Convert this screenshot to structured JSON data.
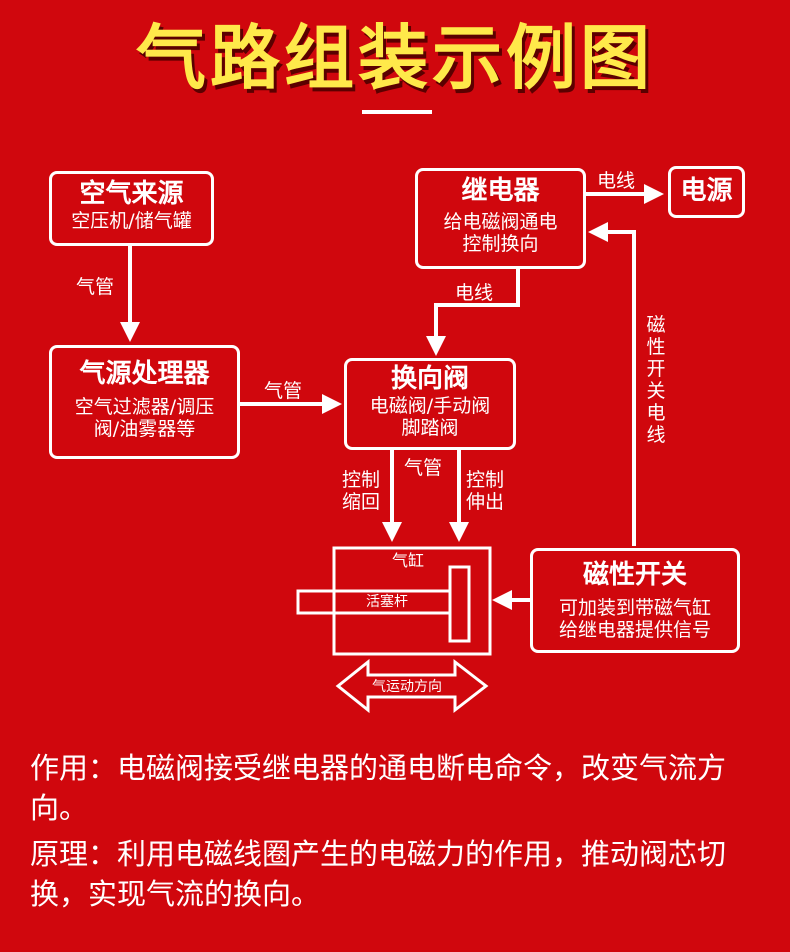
{
  "title": "气路组装示例图",
  "nodes": {
    "air_source": {
      "title": "空气来源",
      "desc": "空压机/储气罐"
    },
    "processor": {
      "title": "气源处理器",
      "desc1": "空气过滤器/调压",
      "desc2": "阀/油雾器等"
    },
    "valve": {
      "title": "换向阀",
      "desc1": "电磁阀/手动阀",
      "desc2": "脚踏阀"
    },
    "relay": {
      "title": "继电器",
      "desc1": "给电磁阀通电",
      "desc2": "控制换向"
    },
    "power": {
      "title": "电源"
    },
    "switch": {
      "title": "磁性开关",
      "desc1": "可加装到带磁气缸",
      "desc2": "给继电器提供信号"
    },
    "cylinder": {
      "title": "气缸",
      "rod": "活塞杆"
    }
  },
  "edges": {
    "air_pipe_1": "气管",
    "air_pipe_2": "气管",
    "air_pipe_3": "气管",
    "wire_1": "电线",
    "wire_2": "电线",
    "switch_wire": "磁性开关电线",
    "retract": "控制缩回",
    "extend": "控制伸出",
    "motion": "气运动方向"
  },
  "notes": {
    "function": "作用：电磁阀接受继电器的通电断电命令，改变气流方向。",
    "principle": "原理：利用电磁线圈产生的电磁力的作用，推动阀芯切换，实现气流的换向。"
  }
}
